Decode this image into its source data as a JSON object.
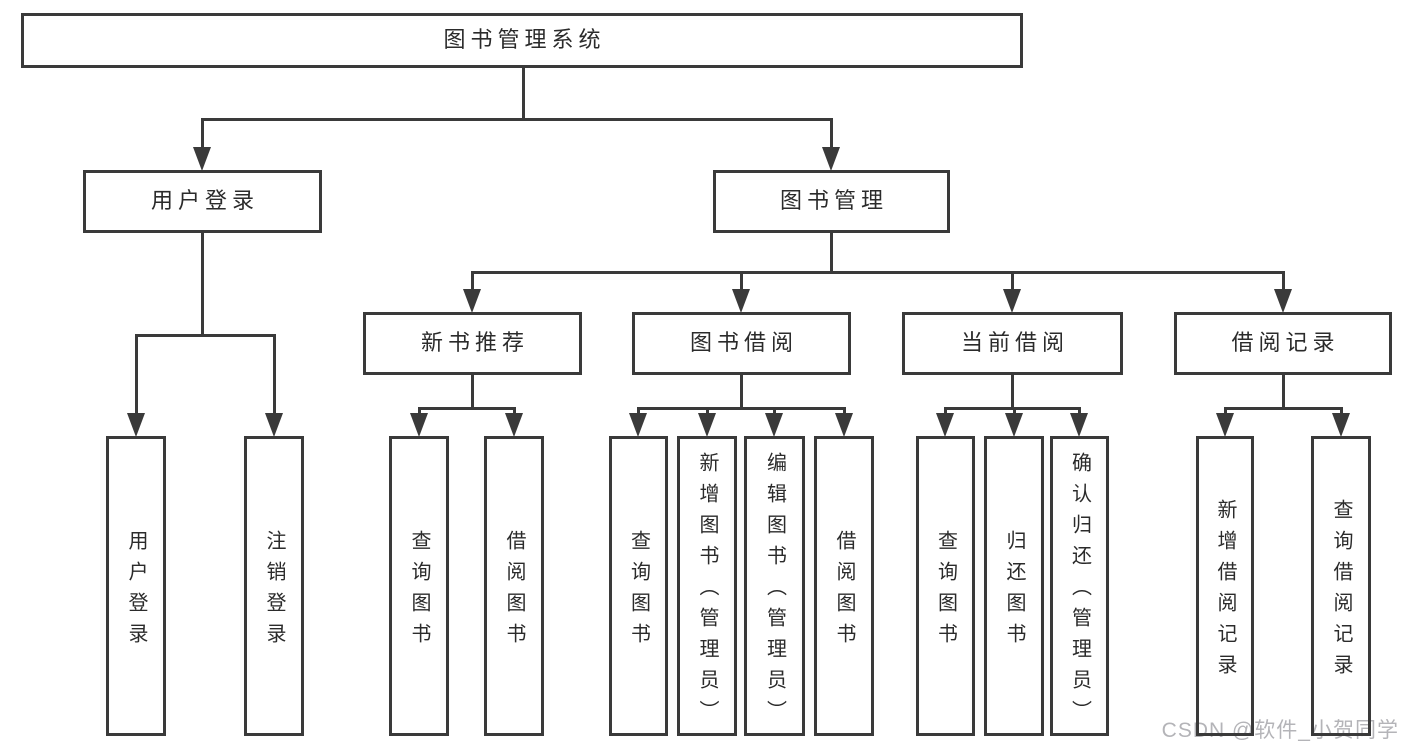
{
  "watermark": "CSDN @软件_小贺同学",
  "colors": {
    "line": "#3a3a3a",
    "text": "#2b2b2b",
    "background": "#ffffff",
    "watermark": "#b4b4b8"
  },
  "tree": {
    "label": "图书管理系统",
    "children": [
      {
        "label": "用户登录",
        "children": [
          {
            "label": "用户登录"
          },
          {
            "label": "注销登录"
          }
        ]
      },
      {
        "label": "图书管理",
        "children": [
          {
            "label": "新书推荐",
            "children": [
              {
                "label": "查询图书"
              },
              {
                "label": "借阅图书"
              }
            ]
          },
          {
            "label": "图书借阅",
            "children": [
              {
                "label": "查询图书"
              },
              {
                "label": "新增图书（管理员）"
              },
              {
                "label": "编辑图书（管理员）"
              },
              {
                "label": "借阅图书"
              }
            ]
          },
          {
            "label": "当前借阅",
            "children": [
              {
                "label": "查询图书"
              },
              {
                "label": "归还图书"
              },
              {
                "label": "确认归还（管理员）"
              }
            ]
          },
          {
            "label": "借阅记录",
            "children": [
              {
                "label": "新增借阅记录"
              },
              {
                "label": "查询借阅记录"
              }
            ]
          }
        ]
      }
    ]
  }
}
